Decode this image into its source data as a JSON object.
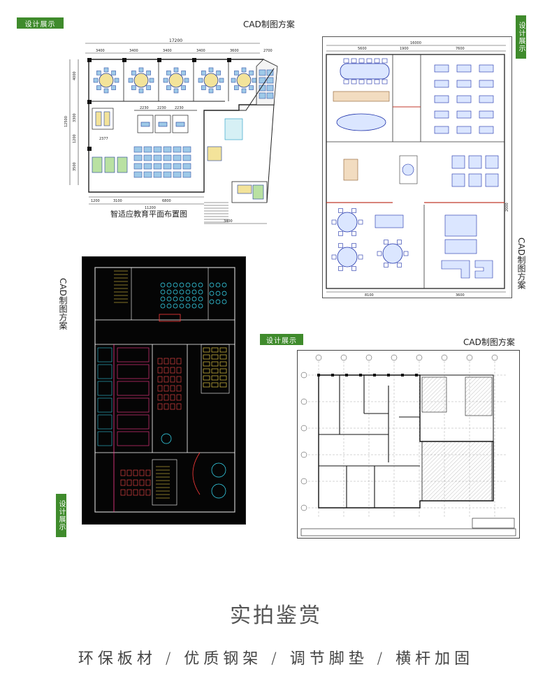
{
  "tags": {
    "design_show": "设计展示"
  },
  "captions": {
    "cad": "CAD制图方案",
    "plan1_title": "智适应教育平面布置图"
  },
  "plan1_dims": {
    "top_total": "17200",
    "top_segments": [
      "3400",
      "3400",
      "3400",
      "3400",
      "3600",
      "2700"
    ],
    "left_total": "12500",
    "left_segments": [
      "4000",
      "3300",
      "1200",
      "3500"
    ],
    "mid_segments": [
      "2230",
      "2230",
      "2230"
    ],
    "bottom_segments": [
      "1200",
      "3100",
      "6800"
    ],
    "bottom_total": "11200",
    "bottom_right": "3400",
    "small": "2377"
  },
  "plan2_dims": {
    "top_total": "16000",
    "top_segments": [
      "5600",
      "1900",
      "7600"
    ],
    "bottom_segments": [
      "8100",
      "3600"
    ],
    "right_segment": "2000"
  },
  "footer": {
    "title": "实拍鉴赏",
    "subtitle": "环保板材 / 优质钢架 / 调节脚垫 / 横杆加固"
  }
}
